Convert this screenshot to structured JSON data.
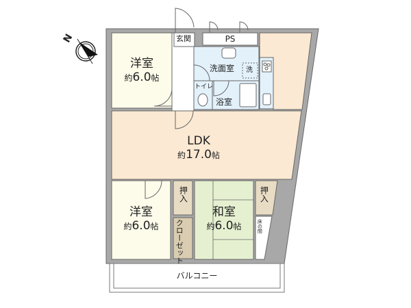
{
  "compass": {
    "label": "N",
    "icon": "compass-north-icon"
  },
  "colors": {
    "western_room": "#fdfbea",
    "ldk": "#fbe9d3",
    "wet_area": "#e3f1fb",
    "japanese_room": "#e5f0d0",
    "closet_tatami": "#e8dcc4",
    "closet": "#d9ccb0",
    "wall": "#a8a8a8",
    "line": "#555555"
  },
  "rooms": {
    "western1": {
      "name": "洋室",
      "size_prefix": "約",
      "size_value": "6.0",
      "size_unit": "帖"
    },
    "ldk": {
      "name": "LDK",
      "size_prefix": "約",
      "size_value": "17.0",
      "size_unit": "帖"
    },
    "western2": {
      "name": "洋室",
      "size_prefix": "約",
      "size_value": "6.0",
      "size_unit": "帖"
    },
    "japanese": {
      "name": "和室",
      "size_prefix": "約",
      "size_value": "6.0",
      "size_unit": "帖"
    },
    "entrance": {
      "name": "玄関"
    },
    "ps": {
      "name": "PS"
    },
    "washroom": {
      "name": "洗面室"
    },
    "washer": {
      "name": "洗"
    },
    "toilet": {
      "name": "トイレ"
    },
    "bathroom": {
      "name": "浴室"
    },
    "closet_left": {
      "name": "押入"
    },
    "closet_right": {
      "name": "押入"
    },
    "walk_closet": {
      "name": "クローゼット"
    },
    "tokonoma": {
      "name": "床の間"
    },
    "balcony": {
      "name": "バルコニー"
    }
  }
}
